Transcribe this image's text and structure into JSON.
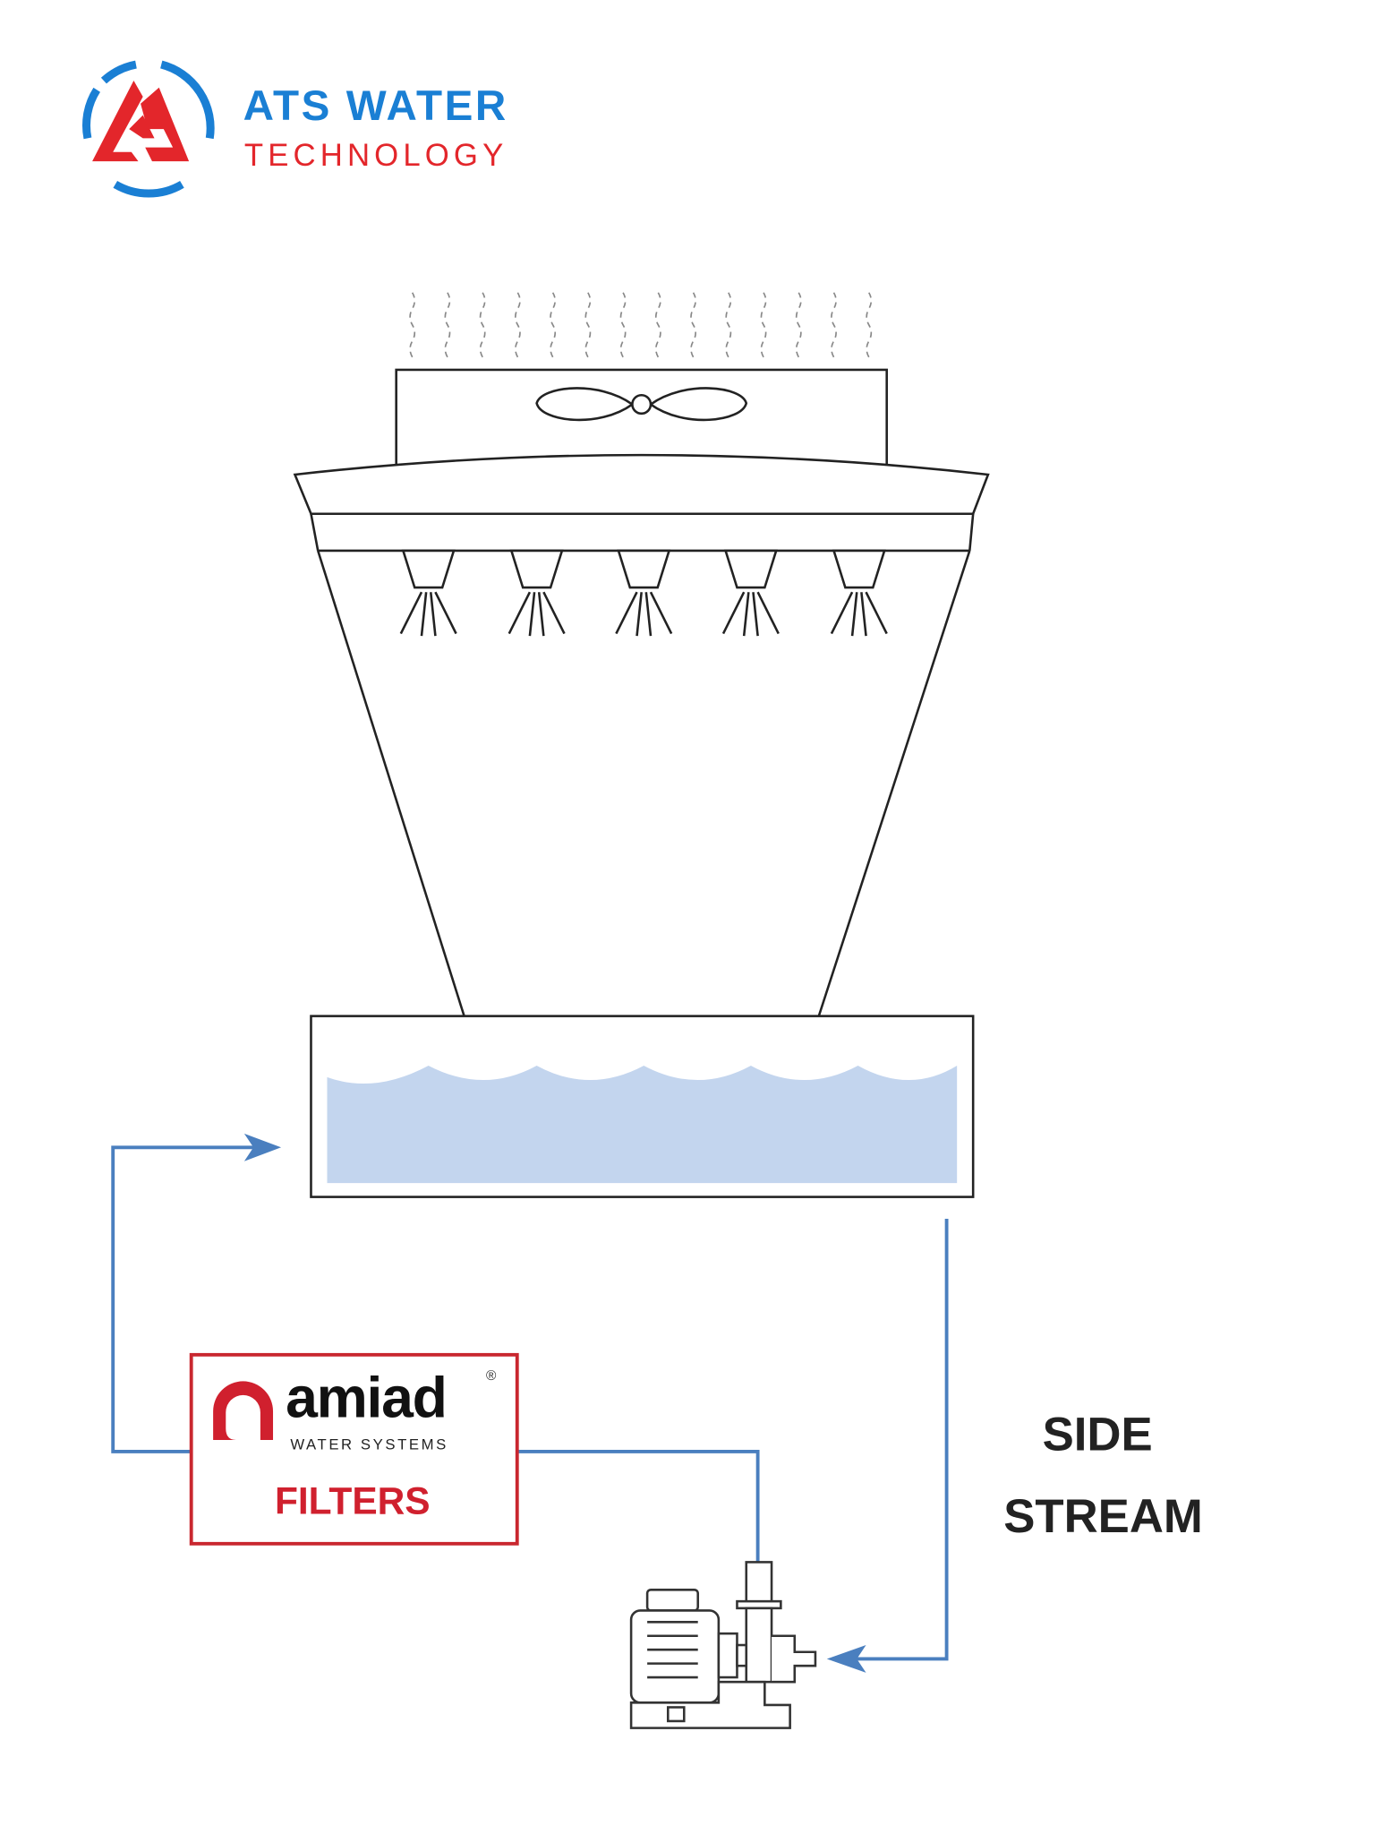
{
  "logo": {
    "line1": "ATS WATER",
    "line2": "TECHNOLOGY",
    "monogram": "ATS",
    "colors": {
      "blue": "#1a7fd4",
      "red": "#e3262b"
    }
  },
  "filter": {
    "brand": "amiad",
    "brand_sub": "WATER SYSTEMS",
    "registered": "®",
    "label": "FILTERS",
    "colors": {
      "border": "#c9272f",
      "text": "#d0202e"
    }
  },
  "side_stream": {
    "line1": "SIDE",
    "line2": "STREAM"
  },
  "colors": {
    "pipe": "#4a7fbf",
    "water": "#c3d5ee",
    "outline": "#222222"
  }
}
